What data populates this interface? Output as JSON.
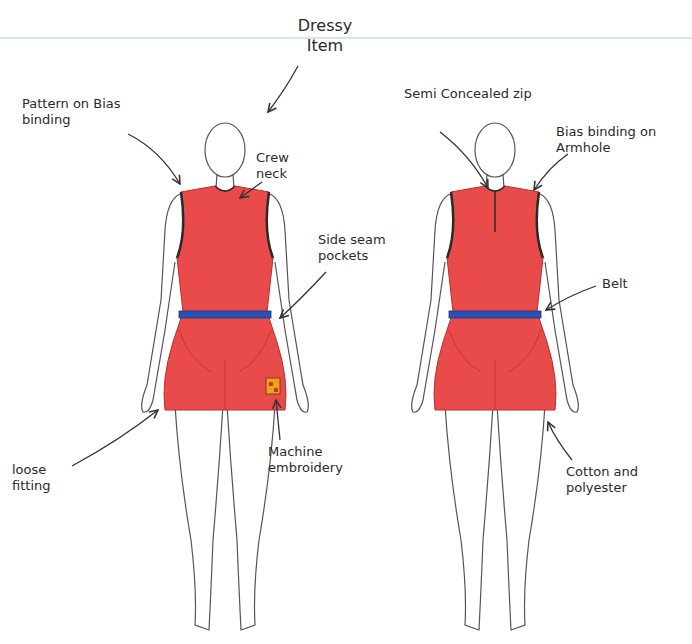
{
  "diagram": {
    "labels": [
      "Dressy Item",
      "Pattern on Bias binding",
      "Crew neck",
      "Side seam pockets",
      "loose fitting",
      "Machine embroidery",
      "Semi Concealed zip",
      "Bias binding on Armhole",
      "Belt",
      "Cotton and polyester"
    ]
  }
}
